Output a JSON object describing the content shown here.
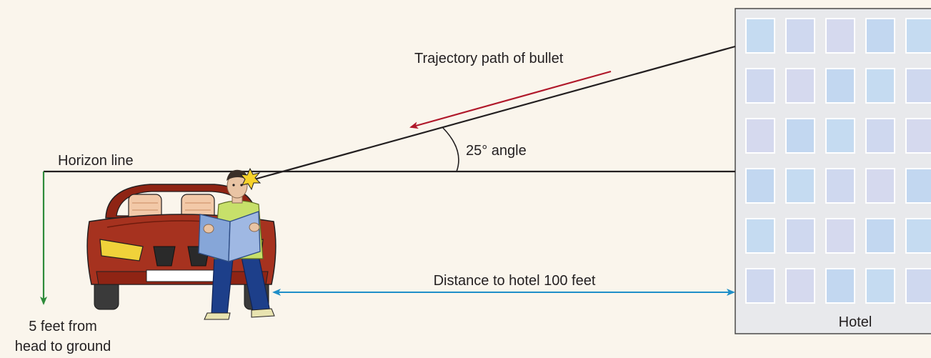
{
  "labels": {
    "trajectory": "Trajectory path of bullet",
    "angle": "25° angle",
    "horizon": "Horizon line",
    "distance": "Distance to hotel 100 feet",
    "height_line1": "5 feet from",
    "height_line2": "head to ground",
    "hotel": "Hotel"
  },
  "colors": {
    "background": "#faf5ec",
    "bullet_arrow": "#b0182a",
    "distance_arrow": "#1f8fc8",
    "height_arrow": "#2e8b3a",
    "car_body": "#a6321f",
    "hotel_wall": "#e8e9ec",
    "window": "#c5dbf1"
  },
  "icons": [
    "car-illustration",
    "man-reading-illustration",
    "impact-star-icon",
    "hotel-building-icon"
  ]
}
